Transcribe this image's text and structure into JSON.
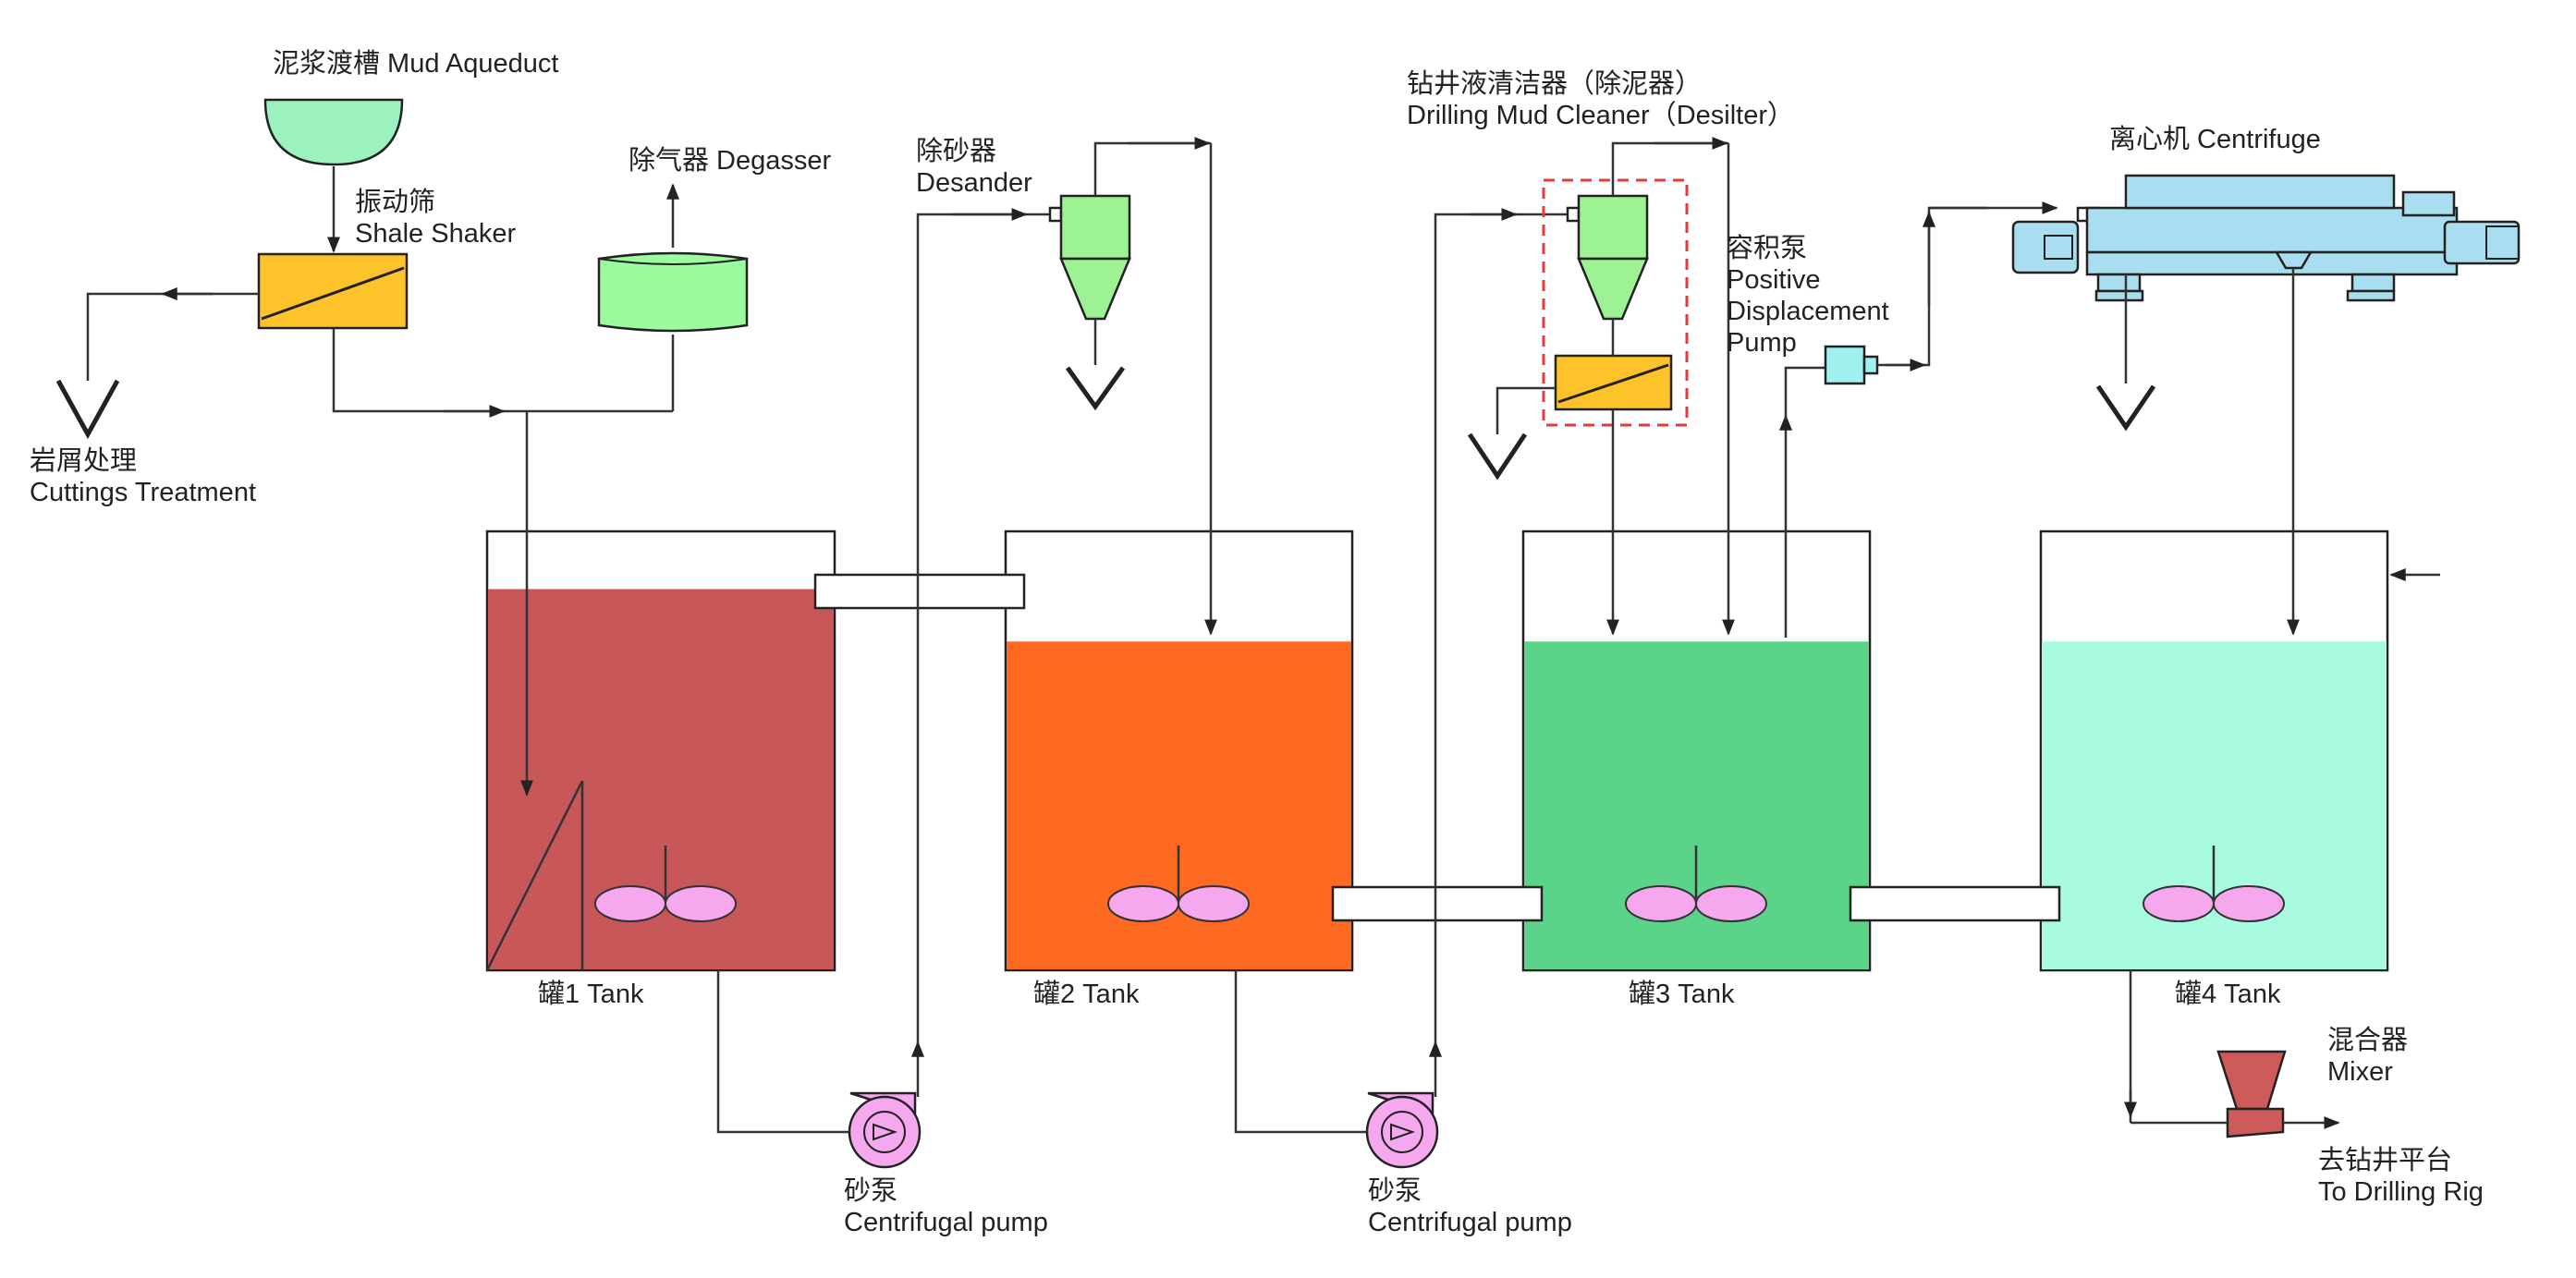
{
  "labels": {
    "mud_aqueduct": "泥浆渡槽  Mud Aqueduct",
    "shale_shaker_cn": "振动筛",
    "shale_shaker_en": "Shale Shaker",
    "degasser": "除气器  Degasser",
    "cuttings_cn": "岩屑处理",
    "cuttings_en": "Cuttings Treatment",
    "desander_cn": "除砂器",
    "desander_en": "Desander",
    "mud_cleaner_cn": "钻井液清洁器（除泥器）",
    "mud_cleaner_en": "Drilling Mud Cleaner（Desilter）",
    "pd_pump_cn": "容积泵",
    "pd_pump_en1": "Positive",
    "pd_pump_en2": "Displacement",
    "pd_pump_en3": "Pump",
    "centrifuge": "离心机  Centrifuge",
    "tank1": "罐1  Tank",
    "tank2": "罐2  Tank",
    "tank3": "罐3  Tank",
    "tank4": "罐4  Tank",
    "pump1_cn": "砂泵",
    "pump1_en": "Centrifugal pump",
    "pump2_cn": "砂泵",
    "pump2_en": "Centrifugal pump",
    "mixer_cn": "混合器",
    "mixer_en": "Mixer",
    "rig_cn": "去钻井平台",
    "rig_en": "To Drilling Rig"
  },
  "tank_levels": [
    0.87,
    0.75,
    0.75,
    0.75
  ],
  "colors": {
    "tank1": "#c8575a",
    "tank2": "#ff6a22",
    "tank3": "#5bd489",
    "tank4": "#a8fbe1",
    "mud_aqueduct": "#9cf2bf",
    "degasser": "#9dfb9f",
    "shaker": "#fec22b",
    "desander": "#9df293",
    "agitator": "#f6a8ee",
    "pump": "#f6a8ee",
    "centrifuge": "#a9def0",
    "pd_pump": "#9ff0ee",
    "mixer": "#cf5a5a",
    "dashed_box": "#e83a3a"
  }
}
